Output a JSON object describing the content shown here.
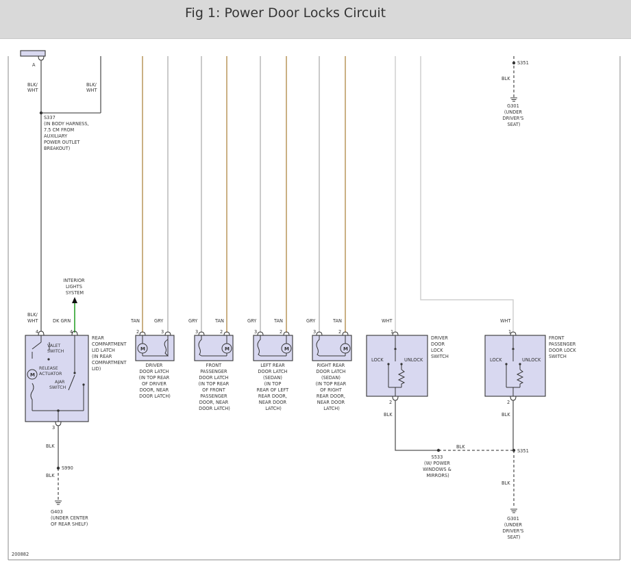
{
  "title": "Fig 1: Power Door Locks Circuit",
  "figure_id": "200882",
  "components": {
    "rear_lid": {
      "label": [
        "REAR",
        "COMPARTMENT",
        "LID LATCH",
        "(IN REAR",
        "COMPARTMENT",
        "LID)"
      ],
      "valet": [
        "VALET",
        "SWITCH"
      ],
      "release": [
        "RELEASE",
        "ACTUATOR"
      ],
      "ajar": [
        "AJAR",
        "SWITCH"
      ],
      "pin_top": "4",
      "pin_bottom": "3",
      "wire_in": [
        "BLK/",
        "WHT"
      ],
      "wire_out": "DK GRN"
    },
    "interior_lights": [
      "INTERIOR",
      "LIGHTS",
      "SYSTEM"
    ],
    "connector_a": "A",
    "blk_wht_1": [
      "BLK/",
      "WHT"
    ],
    "blk_wht_2": [
      "BLK/",
      "WHT"
    ],
    "s337": [
      "S337",
      "(IN BODY HARNESS,",
      "7.5 CM FROM",
      "AUXILIARY",
      "POWER OUTLET",
      "BREAKOUT)"
    ],
    "latches": [
      {
        "label": [
          "DRIVER",
          "DOOR LATCH",
          "(IN TOP REAR",
          "OF DRIVER",
          "DOOR, NEAR",
          "DOOR LATCH)"
        ],
        "left_wire": "TAN",
        "right_wire": "GRY",
        "left_pin": "2",
        "right_pin": "3"
      },
      {
        "label": [
          "FRONT",
          "PASSENGER",
          "DOOR LATCH",
          "(IN TOP REAR",
          "OF FRONT",
          "PASSENGER",
          "DOOR, NEAR",
          "DOOR LATCH)"
        ],
        "left_wire": "GRY",
        "right_wire": "TAN",
        "left_pin": "3",
        "right_pin": "2"
      },
      {
        "label": [
          "LEFT REAR",
          "DOOR LATCH",
          "(SEDAN)",
          "(IN TOP",
          "REAR OF LEFT",
          "REAR DOOR,",
          "NEAR DOOR",
          "LATCH)"
        ],
        "left_wire": "GRY",
        "right_wire": "TAN",
        "left_pin": "3",
        "right_pin": "2"
      },
      {
        "label": [
          "RIGHT REAR",
          "DOOR LATCH",
          "(SEDAN)",
          "(IN TOP REAR",
          "OF RIGHT",
          "REAR DOOR,",
          "NEAR DOOR",
          "LATCH)"
        ],
        "left_wire": "GRY",
        "right_wire": "TAN",
        "left_pin": "3",
        "right_pin": "2"
      }
    ],
    "driver_switch": {
      "label": [
        "DRIVER",
        "DOOR",
        "LOCK",
        "SWITCH"
      ],
      "lock": "LOCK",
      "unlock": "UNLOCK",
      "wire_top": "WHT",
      "wire_bottom": "BLK",
      "pin_top": "1",
      "pin_bottom": "2"
    },
    "pass_switch": {
      "label": [
        "FRONT",
        "PASSENGER",
        "DOOR LOCK",
        "SWITCH"
      ],
      "lock": "LOCK",
      "unlock": "UNLOCK",
      "wire_top": "WHT",
      "wire_bottom": "BLK",
      "pin_top": "1",
      "pin_bottom": "2"
    },
    "motor": "M"
  },
  "grounds": {
    "s990": "S990",
    "blk_a": "BLK",
    "blk_b": "BLK",
    "g403": [
      "G403",
      "(UNDER CENTER",
      "OF REAR SHELF)"
    ],
    "s351_top": "S351",
    "blk_top": "BLK",
    "g301_top": [
      "G301",
      "(UNDER",
      "DRIVER'S",
      "SEAT)"
    ],
    "s533": [
      "S533",
      "(W/ POWER",
      "WINDOWS &",
      "MIRRORS)"
    ],
    "blk_s533": "BLK",
    "s351_bottom": "S351",
    "blk_bottom": "BLK",
    "g301_bottom": [
      "G301",
      "(UNDER",
      "DRIVER'S",
      "SEAT)"
    ]
  }
}
